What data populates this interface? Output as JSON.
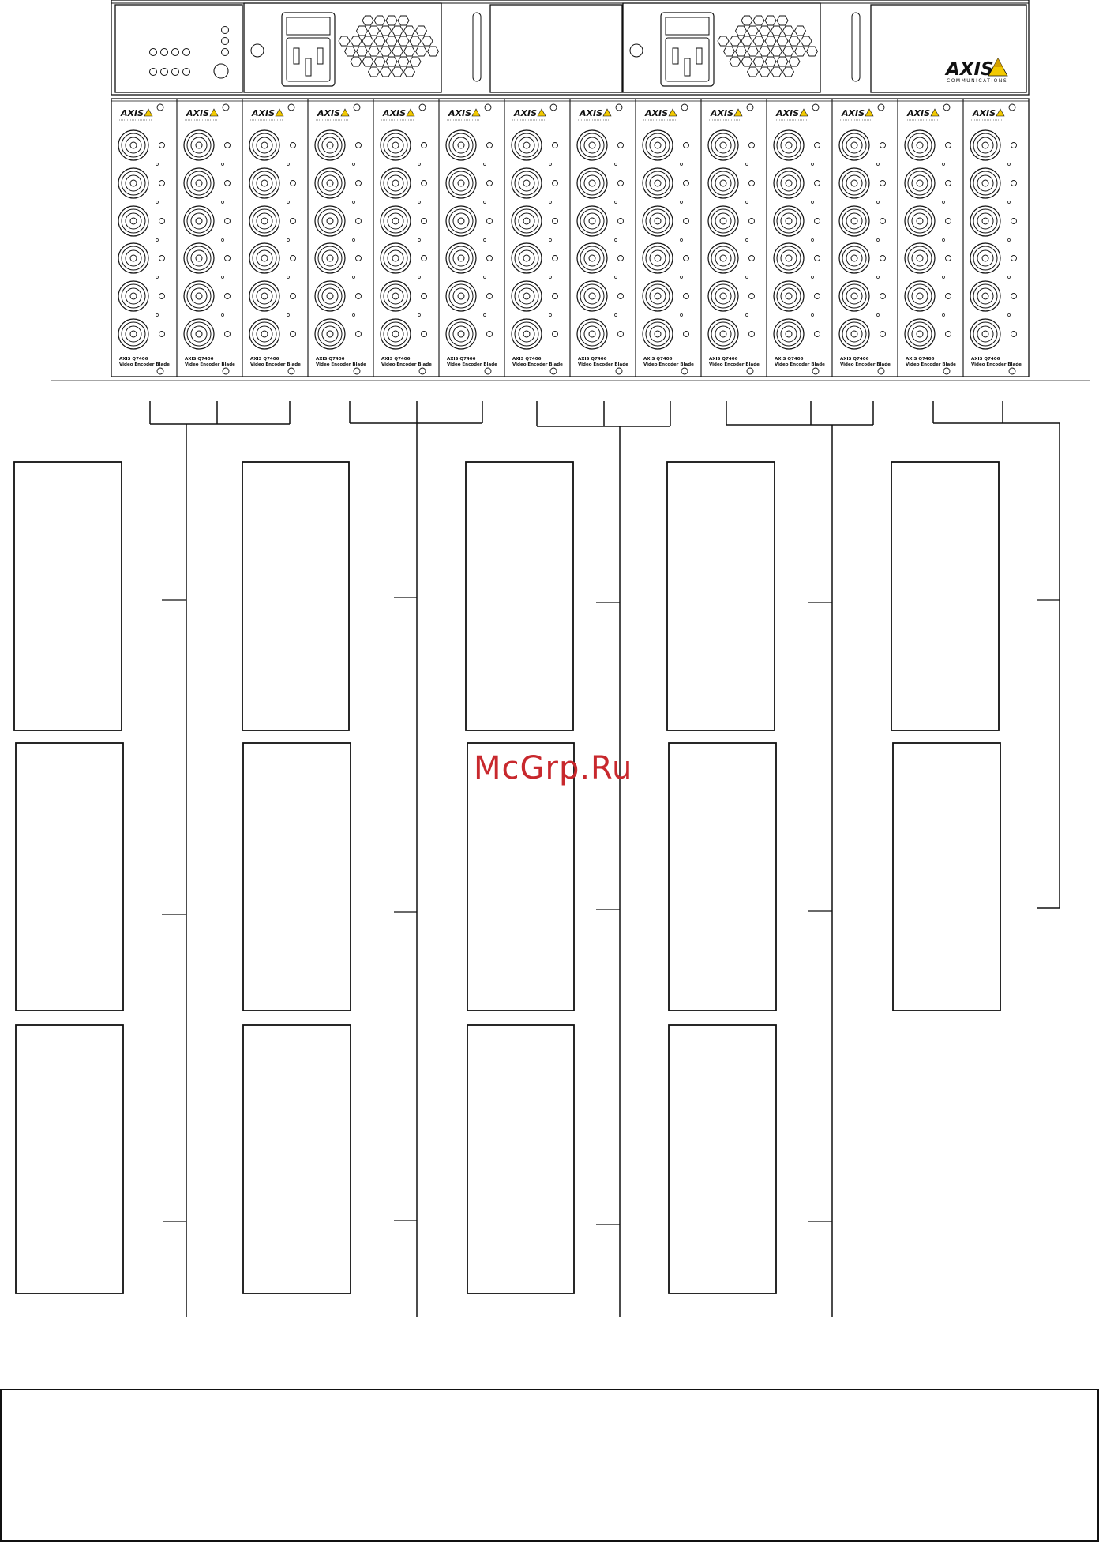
{
  "brand": {
    "name": "AXIS",
    "tagline": "COMMUNICATIONS",
    "accent_color": "#f2c900",
    "accent_dark": "#d4a000"
  },
  "chassis": {
    "blade_count": 14,
    "bnc_per_blade": 6,
    "blade_label_line1": "AXIS Q7406",
    "blade_label_line2": "Video Encoder Blade"
  },
  "bottom_box": {
    "text": ""
  },
  "watermark": "McGrp.Ru",
  "colors": {
    "line": "#111111",
    "watermark": "#c8282d"
  }
}
